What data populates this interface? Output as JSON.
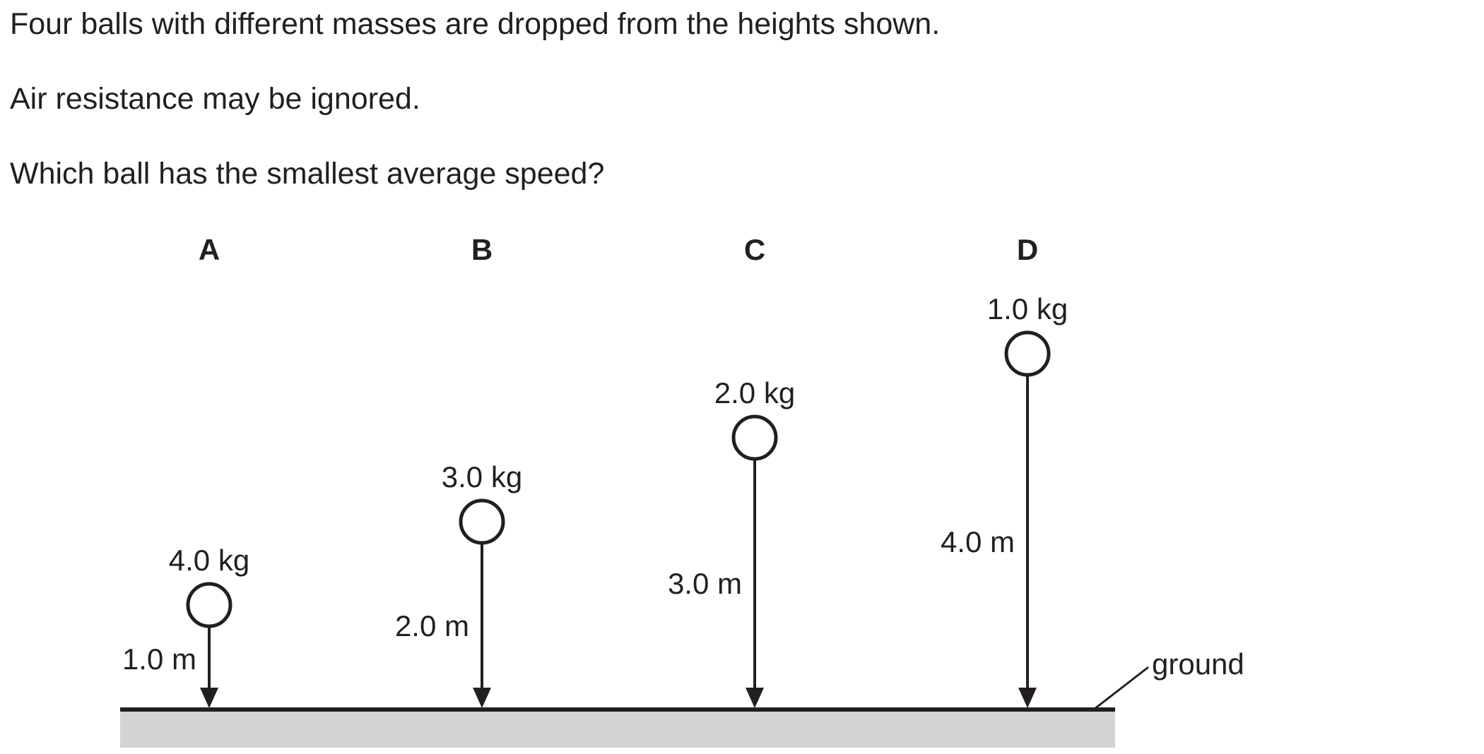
{
  "question": {
    "line1": "Four balls with different masses are dropped from the heights shown.",
    "line2": "Air resistance may be ignored.",
    "line3": "Which ball has the smallest average speed?"
  },
  "balls": [
    {
      "option": "A",
      "mass": "4.0 kg",
      "height": "1.0 m",
      "height_m": 1.0
    },
    {
      "option": "B",
      "mass": "3.0 kg",
      "height": "2.0 m",
      "height_m": 2.0
    },
    {
      "option": "C",
      "mass": "2.0 kg",
      "height": "3.0 m",
      "height_m": 3.0
    },
    {
      "option": "D",
      "mass": "1.0 kg",
      "height": "4.0 m",
      "height_m": 4.0
    }
  ],
  "ground_label": "ground",
  "colors": {
    "ink": "#231f20",
    "ground_fill": "#d4d4d4"
  }
}
